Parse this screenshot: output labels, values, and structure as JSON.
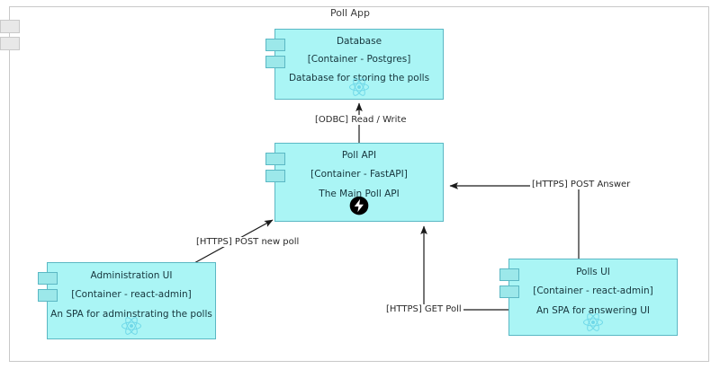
{
  "diagram": {
    "title": "Poll App",
    "type": "c4-container-diagram"
  },
  "containers": [
    {
      "id": "database",
      "name": "Database",
      "technology": "[Container - Postgres]",
      "description": "Database for storing the polls",
      "logo": "react-icon",
      "fill_color": "#aaf5f5",
      "border_color": "#5bb8c4"
    },
    {
      "id": "poll-api",
      "name": "Poll API",
      "technology": "[Container - FastAPI]",
      "description": "The Main Poll API",
      "logo": "fastapi-icon",
      "fill_color": "#aaf5f5",
      "border_color": "#5bb8c4"
    },
    {
      "id": "administration-ui",
      "name": "Administration UI",
      "technology": "[Container - react-admin]",
      "description": "An SPA for adminstrating the polls",
      "logo": "react-icon",
      "fill_color": "#aaf5f5",
      "border_color": "#5bb8c4"
    },
    {
      "id": "polls-ui",
      "name": "Polls UI",
      "technology": "[Container - react-admin]",
      "description": "An SPA for answering UI",
      "logo": "react-icon",
      "fill_color": "#aaf5f5",
      "border_color": "#5bb8c4"
    }
  ],
  "relationships": [
    {
      "id": "odbc",
      "label": "[ODBC] Read / Write",
      "from": "poll-api",
      "to": "database"
    },
    {
      "id": "post-new-poll",
      "label": "[HTTPS] POST new poll",
      "from": "administration-ui",
      "to": "poll-api"
    },
    {
      "id": "post-answer",
      "label": "[HTTPS] POST Answer",
      "from": "polls-ui",
      "to": "poll-api"
    },
    {
      "id": "get-poll",
      "label": "[HTTPS] GET Poll",
      "from": "polls-ui",
      "to": "poll-api"
    }
  ]
}
